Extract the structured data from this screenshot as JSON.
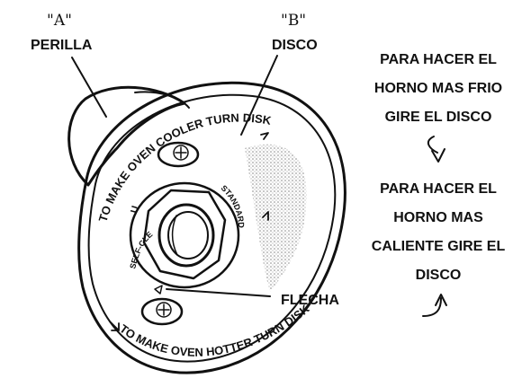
{
  "labels": {
    "a_quote": "\"A\"",
    "a_name": "PERILLA",
    "b_quote": "\"B\"",
    "b_name": "DISCO",
    "flecha": "FLECHA"
  },
  "instructions": {
    "cooler": [
      "PARA HACER EL",
      "HORNO MAS FRIO",
      "GIRE EL DISCO"
    ],
    "hotter": [
      "PARA HACER EL",
      "HORNO MAS",
      "CALIENTE GIRE EL",
      "DISCO"
    ]
  },
  "dial": {
    "cooler_text": "TO MAKE OVEN COOLER TURN DISK",
    "hotter_text": "TO MAKE OVEN HOTTER TURN DISK",
    "standard": "STANDARD",
    "self_clean": "SELF-CLEAN",
    "knob_mark": "U"
  }
}
